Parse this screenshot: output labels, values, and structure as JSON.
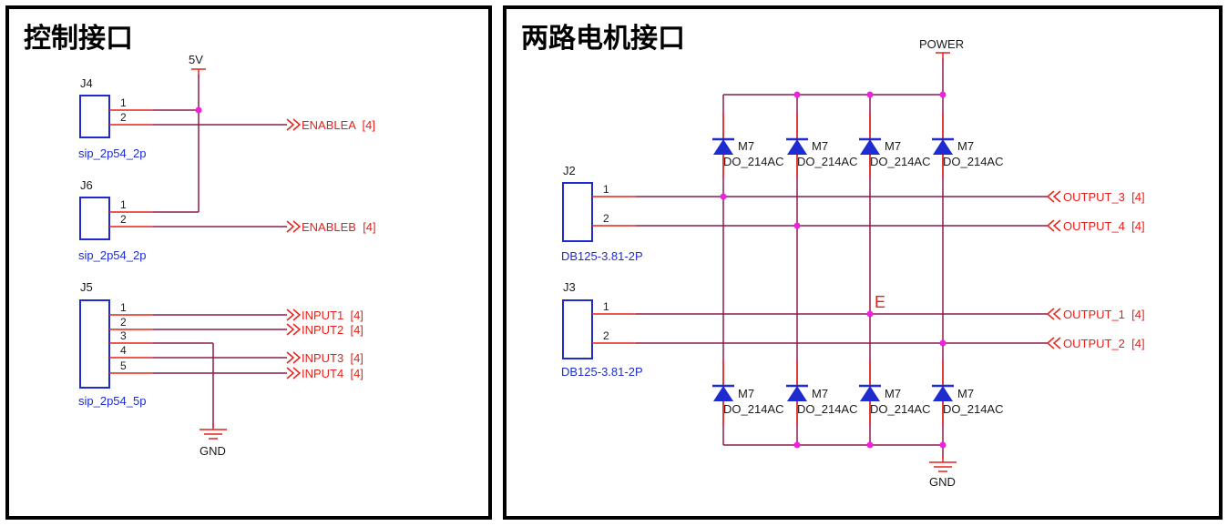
{
  "colors": {
    "wire": "#8b1a4a",
    "pin": "#e8201a",
    "part": "#1e2bd0",
    "junction": "#ee22dd",
    "frame": "#000000"
  },
  "panels": {
    "left_title": "控制接口",
    "right_title": "两路电机接口"
  },
  "power": {
    "v5": "5V",
    "gnd_left": "GND",
    "power": "POWER",
    "gnd_right": "GND"
  },
  "connectors": {
    "j4": {
      "ref": "J4",
      "footprint": "sip_2p54_2p",
      "pins": [
        "1",
        "2"
      ]
    },
    "j6": {
      "ref": "J6",
      "footprint": "sip_2p54_2p",
      "pins": [
        "1",
        "2"
      ]
    },
    "j5": {
      "ref": "J5",
      "footprint": "sip_2p54_5p",
      "pins": [
        "1",
        "2",
        "3",
        "4",
        "5"
      ]
    },
    "j2": {
      "ref": "J2",
      "footprint": "DB125-3.81-2P",
      "pins": [
        "1",
        "2"
      ]
    },
    "j3": {
      "ref": "J3",
      "footprint": "DB125-3.81-2P",
      "pins": [
        "1",
        "2"
      ]
    }
  },
  "ports": {
    "enablea": "ENABLEA  [4]",
    "enableb": "ENABLEB  [4]",
    "input1": "INPUT1  [4]",
    "input2": "INPUT2  [4]",
    "input3": "INPUT3  [4]",
    "input4": "INPUT4  [4]",
    "output3": "OUTPUT_3  [4]",
    "output4": "OUTPUT_4  [4]",
    "output1": "OUTPUT_1  [4]",
    "output2": "OUTPUT_2  [4]"
  },
  "diodes": {
    "ref": "M7",
    "footprint": "DO_214AC",
    "count": 8
  },
  "marker": "E"
}
